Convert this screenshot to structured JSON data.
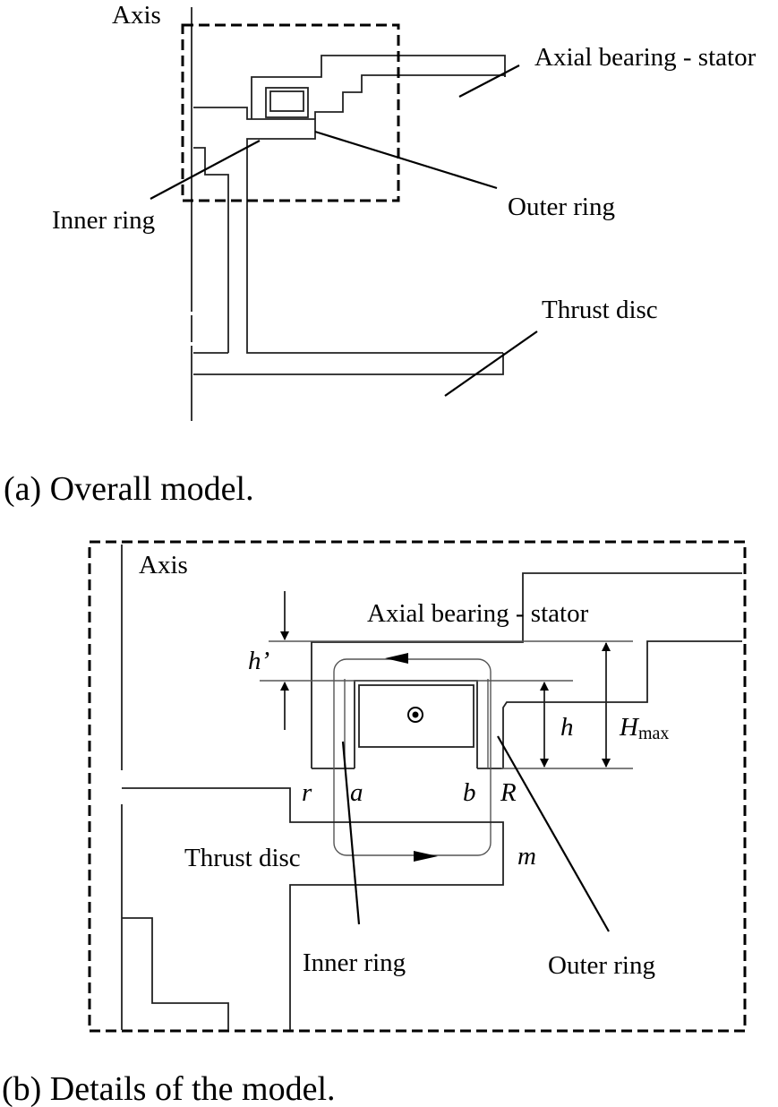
{
  "overall": {
    "axis_label": "Axis",
    "stator_label": "Axial bearing - stator",
    "outer_ring_label": "Outer ring",
    "inner_ring_label": "Inner ring",
    "thrust_disc_label": "Thrust disc",
    "caption": "(a) Overall model."
  },
  "detail": {
    "axis_label": "Axis",
    "stator_label": "Axial bearing - stator",
    "h_prime_label": "h’",
    "h_label": "h",
    "hmax_label": "H",
    "hmax_sub": "max",
    "r_label": "r",
    "a_label": "a",
    "b_label": "b",
    "R_label": "R",
    "m_label": "m",
    "thrust_disc_label": "Thrust disc",
    "inner_ring_label": "Inner ring",
    "outer_ring_label": "Outer ring",
    "caption": "(b) Details of the model."
  }
}
